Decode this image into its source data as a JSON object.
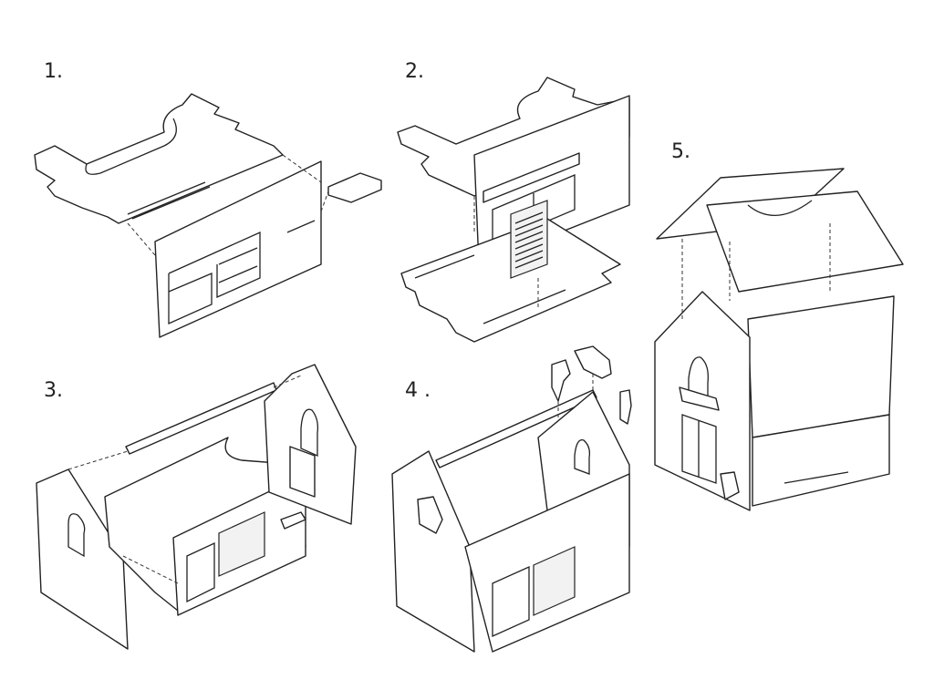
{
  "steps": [
    {
      "label": "1."
    },
    {
      "label": "2."
    },
    {
      "label": "3."
    },
    {
      "label": "4 ."
    },
    {
      "label": "5."
    }
  ]
}
